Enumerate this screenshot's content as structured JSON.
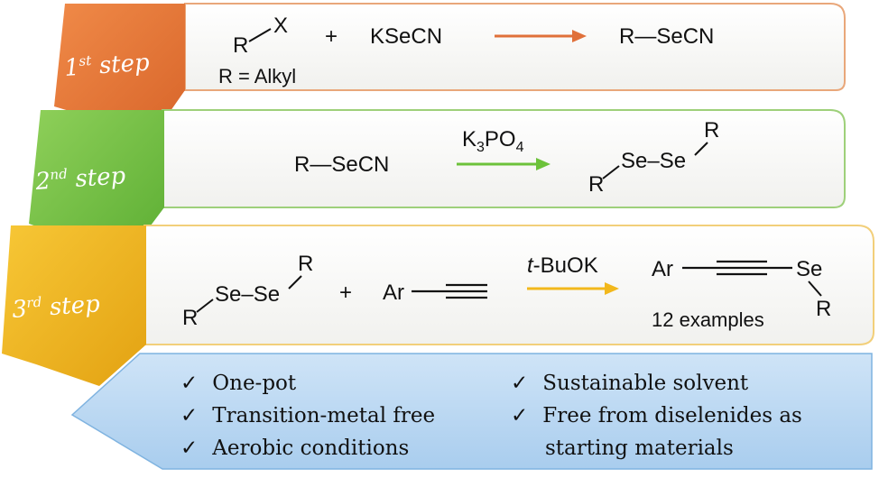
{
  "steps": [
    {
      "label_main": "1",
      "label_sup": "st",
      "label_word": " step",
      "color": "#e07a3c",
      "reactant_group": "X",
      "reactant_r": "R",
      "plus": "+",
      "reagent": "KSeCN",
      "product": "R—SeCN",
      "note": "R = Alkyl",
      "arrow_color": "#e0703a"
    },
    {
      "label_main": "2",
      "label_sup": "nd",
      "label_word": " step",
      "color": "#7cc243",
      "reactant": "R—SeCN",
      "reagent_base": "K",
      "reagent_sub1": "3",
      "reagent_mid": "PO",
      "reagent_sub2": "4",
      "product_r_top": "R",
      "product_se_se": "Se–Se",
      "product_r_bottom": "R",
      "arrow_color": "#6cc23a"
    },
    {
      "label_main": "3",
      "label_sup": "rd",
      "label_word": " step",
      "color": "#f2b81c",
      "reactant_r_top": "R",
      "reactant_se_se": "Se–Se",
      "reactant_r_bottom": "R",
      "plus": "+",
      "alkyne_ar": "Ar",
      "reagent_italic": "t",
      "reagent_rest": "-BuOK",
      "product_ar": "Ar",
      "product_se": "Se",
      "product_r": "R",
      "examples": "12 examples",
      "arrow_color": "#f2b81c"
    }
  ],
  "summary": {
    "check": "✓",
    "left": [
      "One-pot",
      "Transition-metal free",
      "Aerobic conditions"
    ],
    "right": [
      "Sustainable solvent",
      "Free from diselenides as",
      "starting materials"
    ],
    "fill": "#bcd9f2"
  }
}
